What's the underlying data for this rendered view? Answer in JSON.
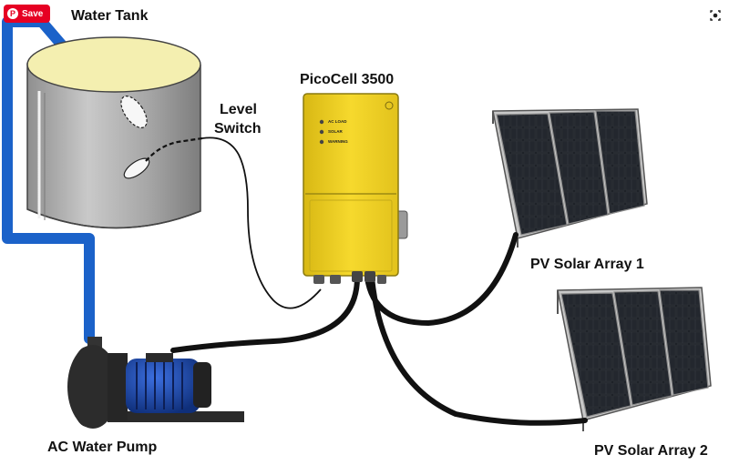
{
  "toolbar": {
    "save_label": "Save",
    "lens_icon": "visual-search-icon"
  },
  "diagram": {
    "water_tank": "Water Tank",
    "level_switch_line1": "Level",
    "level_switch_line2": "Switch",
    "controller": "PicoCell 3500",
    "indicators": [
      "AC LOAD",
      "SOLAR",
      "WARNING"
    ],
    "pump": "AC Water Pump",
    "array1": "PV Solar Array 1",
    "array2": "PV Solar Array 2"
  },
  "colors": {
    "pipe": "#1b62c9",
    "controller": "#f2d32a",
    "tank_top": "#f4efb0",
    "tank_body": "#a9a9a9",
    "cable": "#111111",
    "save": "#e60023"
  }
}
